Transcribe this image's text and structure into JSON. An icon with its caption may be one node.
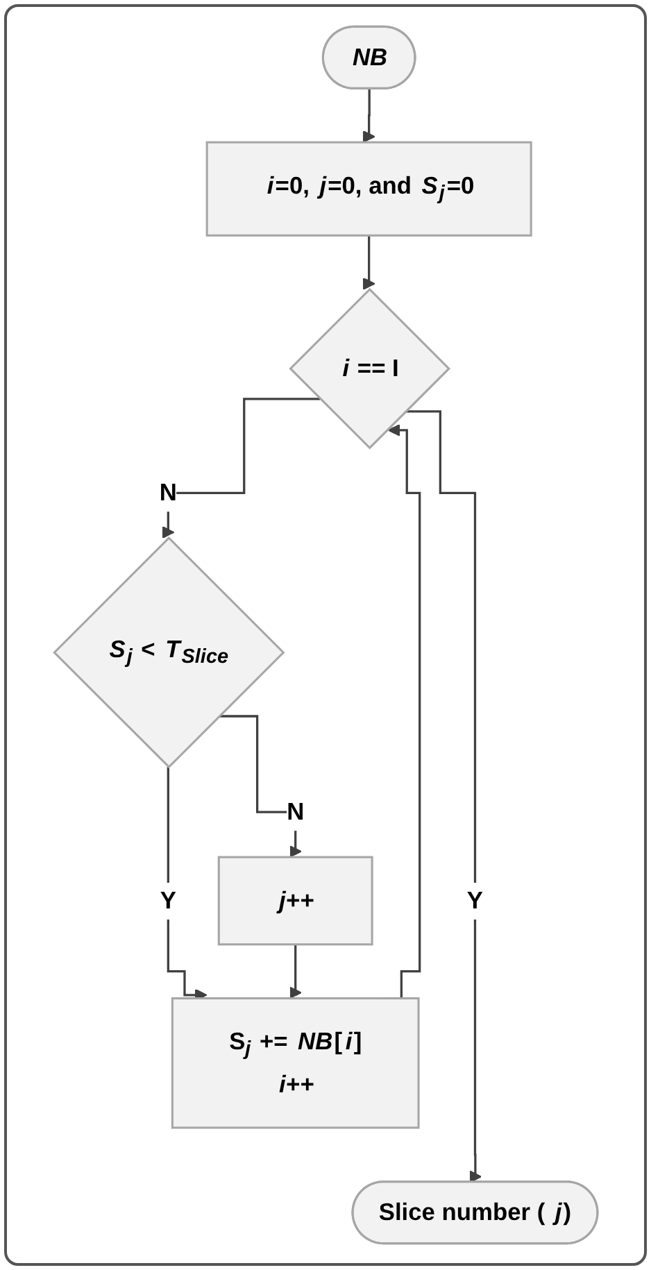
{
  "diagram": {
    "nodes": [
      {
        "text": [
          "NB"
        ]
      },
      {
        "text": [
          "*i*=0, *j*=0, and *S*$_{j}$=0"
        ]
      },
      {
        "text": [
          "*i* == I"
        ]
      },
      {
        "text": [
          "*S*$_{j}$ < *T*$_{Slice}$"
        ]
      },
      {
        "text": [
          "j++"
        ]
      },
      {
        "text": [
          "S$_{j}$ += *NB*[*i*]",
          "i++"
        ]
      },
      {
        "text": [
          "Slice number ( *j*)"
        ]
      }
    ],
    "edges": [
      {
        "from": 0,
        "to": 1,
        "arrow": "to"
      },
      {
        "from": 1,
        "to": 2,
        "arrow": "to"
      },
      {
        "from": 2,
        "to": 6,
        "arrow": "to",
        "label": "Y"
      },
      {
        "from": 2,
        "to": 3,
        "arrow": "to",
        "label": "N"
      },
      {
        "from": 3,
        "to": 5,
        "arrow": "to",
        "label": "Y"
      },
      {
        "from": 3,
        "to": 4,
        "arrow": "to",
        "label": "N"
      },
      {
        "from": 4,
        "to": 5,
        "arrow": "to"
      },
      {
        "from": 5,
        "to": 2,
        "arrow": "to"
      }
    ]
  }
}
